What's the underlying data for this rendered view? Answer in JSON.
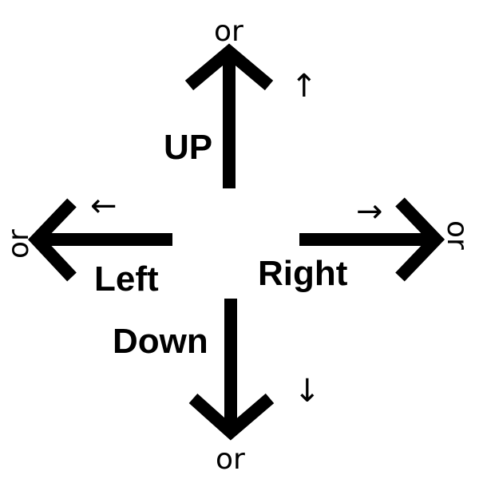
{
  "colors": {
    "background": "#ffffff",
    "ink": "#000000"
  },
  "up": {
    "label": "UP",
    "or_text": "or",
    "glyph": "↑",
    "icon": "arrow-up-icon"
  },
  "down": {
    "label": "Down",
    "or_text": "or",
    "glyph": "↓",
    "icon": "arrow-down-icon"
  },
  "left": {
    "label": "Left",
    "or_text": "or",
    "glyph": "←",
    "icon": "arrow-left-icon"
  },
  "right": {
    "label": "Right",
    "or_text": "or",
    "glyph": "→",
    "icon": "arrow-right-icon"
  }
}
